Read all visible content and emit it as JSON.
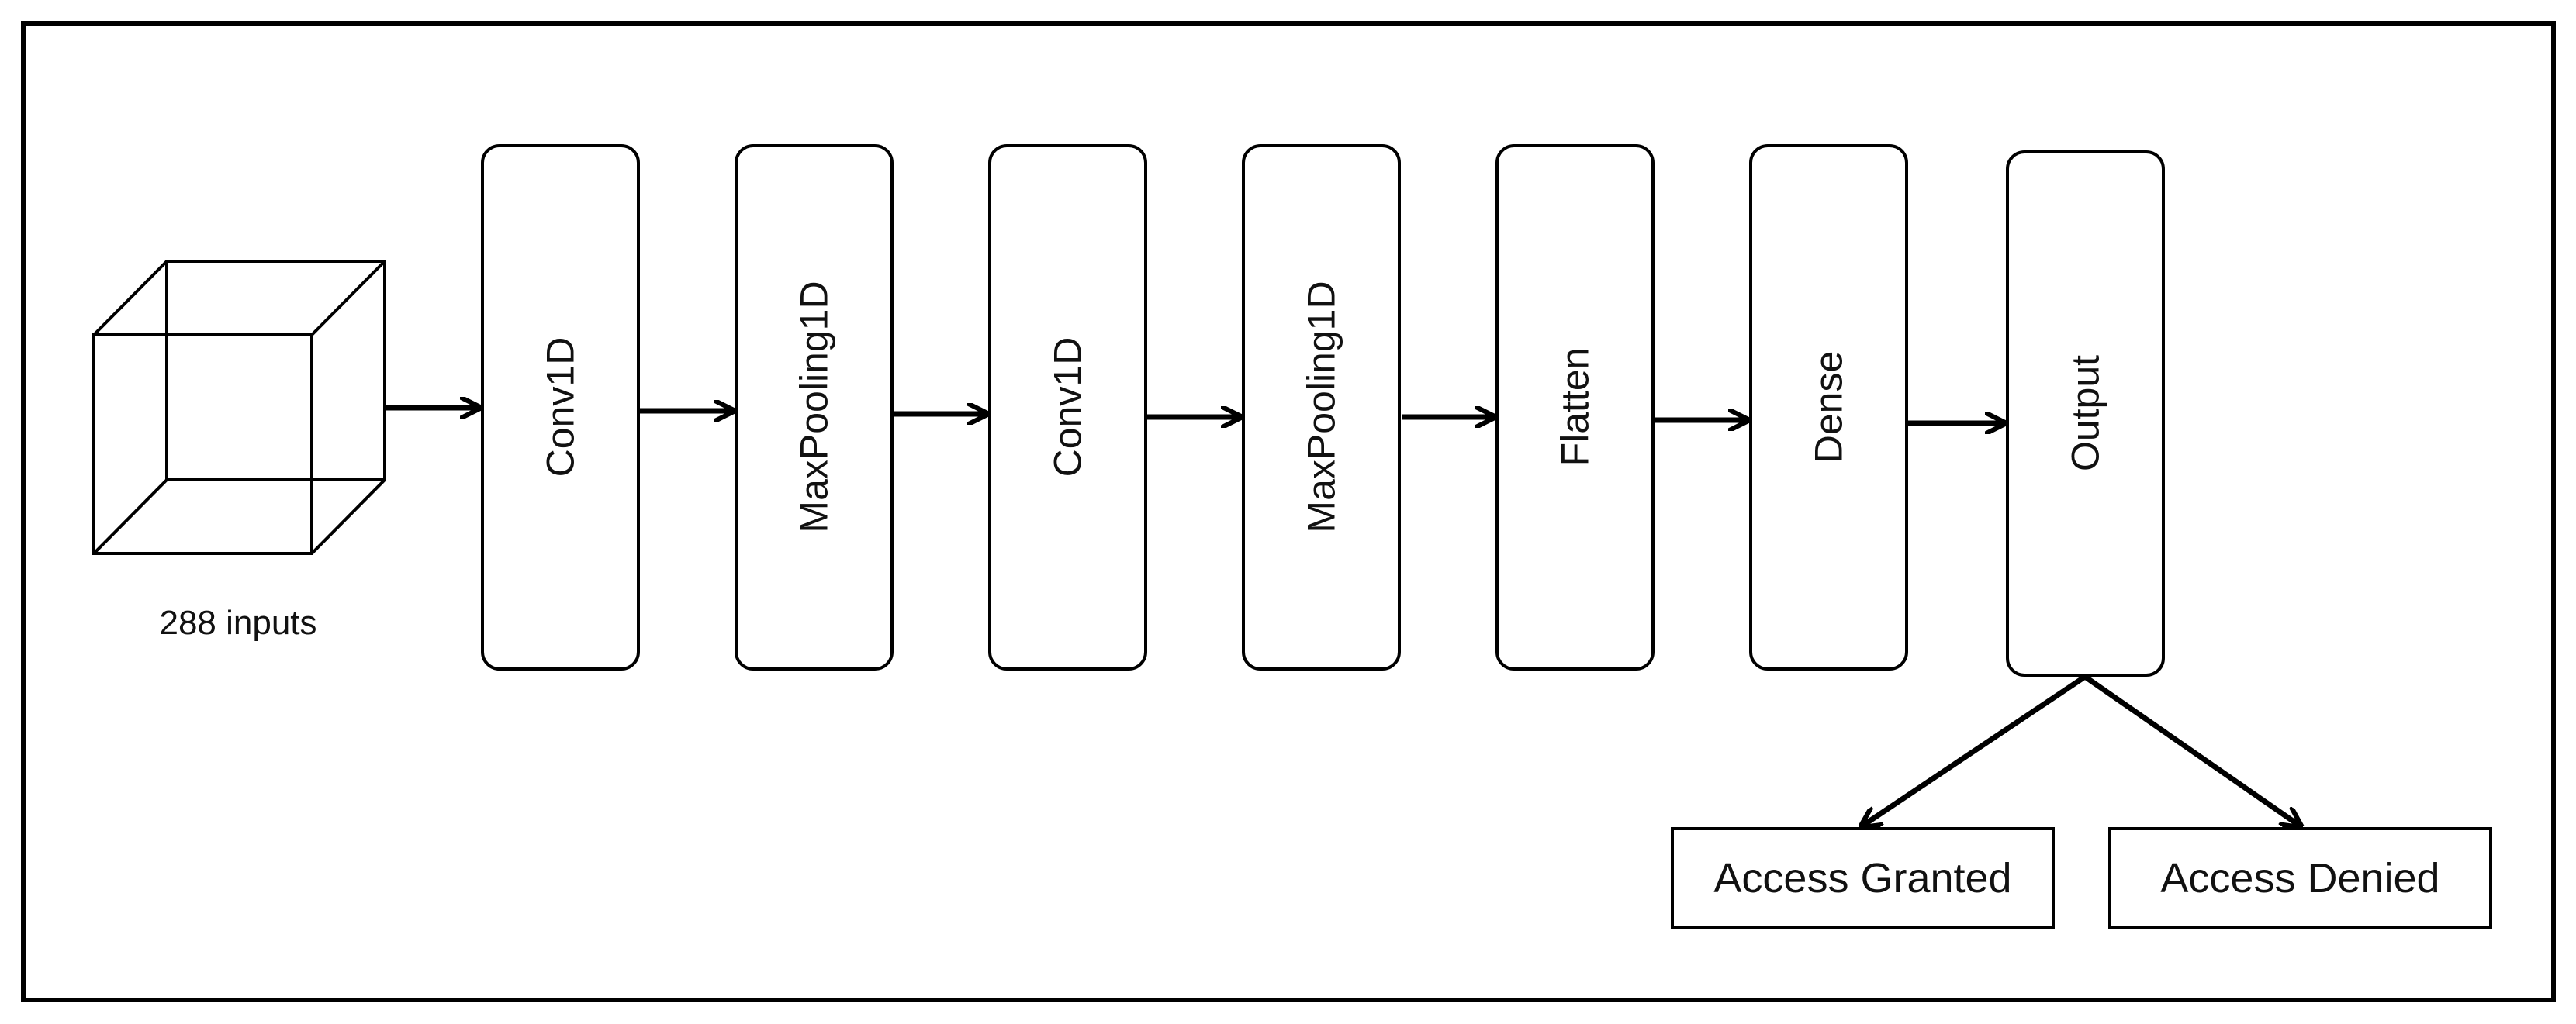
{
  "input": {
    "label": "288 inputs",
    "icon": "cube-icon"
  },
  "layers": [
    {
      "label": "Conv1D"
    },
    {
      "label": "MaxPooling1D"
    },
    {
      "label": "Conv1D"
    },
    {
      "label": "MaxPooling1D"
    },
    {
      "label": "Flatten"
    },
    {
      "label": "Dense"
    },
    {
      "label": "Output"
    }
  ],
  "outcomes": [
    {
      "label": "Access Granted"
    },
    {
      "label": "Access Denied"
    }
  ],
  "colors": {
    "stroke": "#000000",
    "background": "#ffffff",
    "text": "#111111"
  }
}
